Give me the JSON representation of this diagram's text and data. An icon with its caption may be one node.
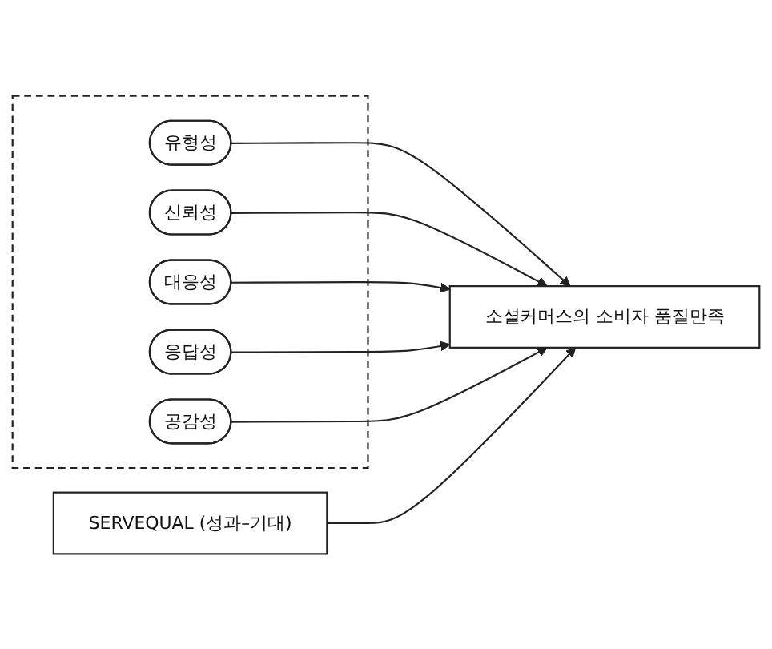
{
  "diagram": {
    "nodes": [
      {
        "text": [],
        "shape": "box"
      },
      {
        "text": [
          "유형성"
        ],
        "in": 0
      },
      {
        "text": [
          "신뢰성"
        ],
        "in": 0
      },
      {
        "text": [
          "대응성"
        ],
        "in": 0
      },
      {
        "text": [
          "응답성"
        ],
        "in": 0
      },
      {
        "text": [
          "공감성"
        ],
        "in": 0
      },
      {
        "text": [
          "SERVEQUAL (성과–기대)"
        ]
      },
      {
        "text": [
          "소셜커머스의 소비자 품질만족"
        ]
      }
    ],
    "edges": [
      {
        "from": 1,
        "to": 7,
        "arrow": "to"
      },
      {
        "from": 2,
        "to": 7,
        "arrow": "to"
      },
      {
        "from": 3,
        "to": 7,
        "arrow": "to"
      },
      {
        "from": 4,
        "to": 7,
        "arrow": "to"
      },
      {
        "from": 5,
        "to": 7,
        "arrow": "to"
      },
      {
        "from": 6,
        "to": 7,
        "arrow": "to"
      }
    ]
  }
}
